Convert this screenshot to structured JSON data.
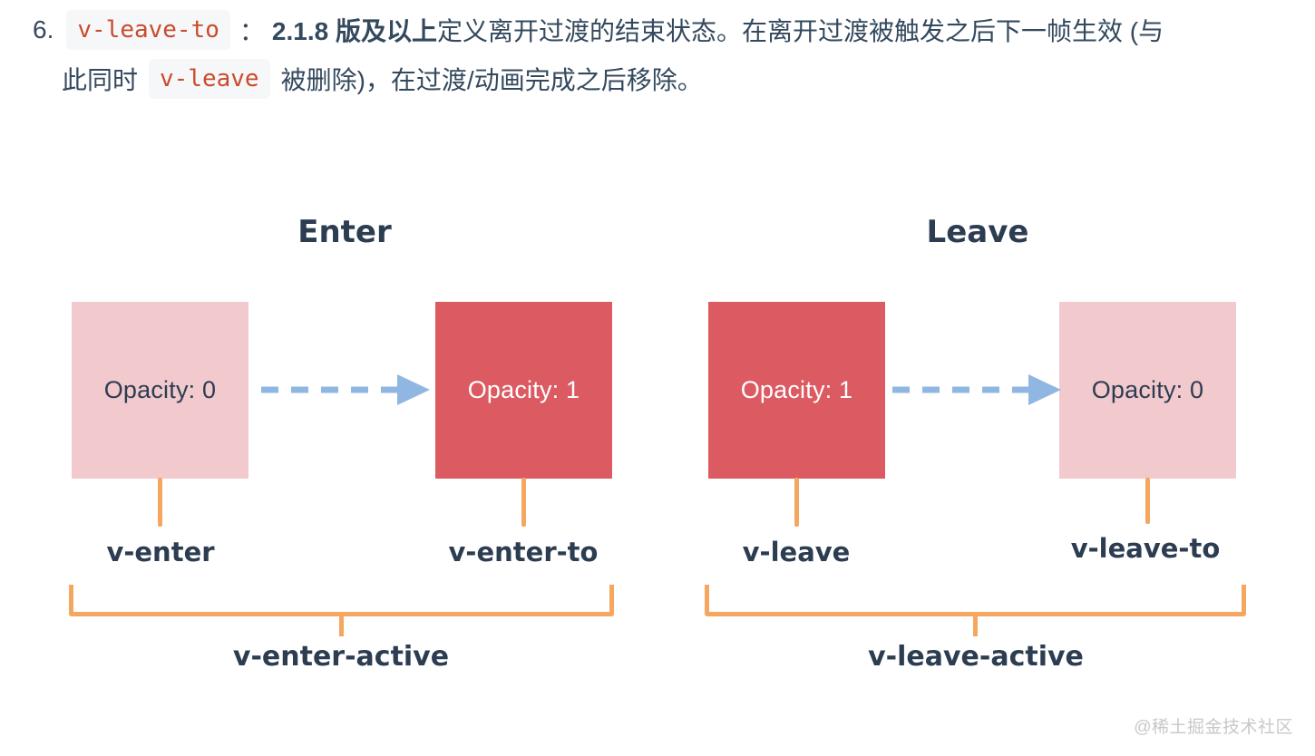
{
  "paragraph": {
    "number": "6.",
    "line1": {
      "code": "v-leave-to",
      "sep": "：",
      "bold": "2.1.8 版及以上",
      "rest": "定义离开过渡的结束状态。在离开过渡被触发之后下一帧生效 (与"
    },
    "line2": {
      "pre": "此同时",
      "code": "v-leave",
      "post": "被删除)，在过渡/动画完成之后移除。"
    }
  },
  "diagram": {
    "enter": {
      "title": "Enter",
      "from_value": "Opacity: 0",
      "to_value": "Opacity: 1",
      "from_class": "v-enter",
      "to_class": "v-enter-to",
      "active_class": "v-enter-active"
    },
    "leave": {
      "title": "Leave",
      "from_value": "Opacity: 1",
      "to_value": "Opacity: 0",
      "from_class": "v-leave",
      "to_class": "v-leave-to",
      "active_class": "v-leave-active"
    },
    "colors": {
      "state_box_pink": "#f2c9cd",
      "state_box_red": "#dc5a62",
      "arrow_blue": "#8fb7e2",
      "bracket_orange": "#f5a75f",
      "label_navy": "#2c3d52",
      "code_red": "#c94b2e",
      "body_text": "#34495e"
    }
  },
  "watermark": "@稀土掘金技术社区"
}
